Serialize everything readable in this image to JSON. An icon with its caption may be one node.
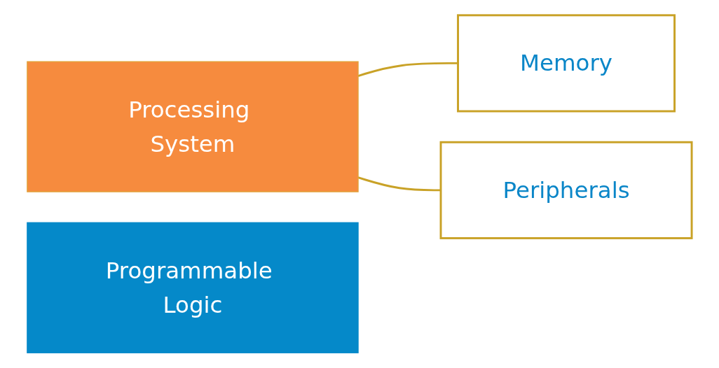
{
  "diagram": {
    "nodes": [
      {
        "text": [
          "Processing System"
        ]
      },
      {
        "text": [
          "Programmable Logic"
        ]
      },
      {
        "text": [
          "Memory"
        ]
      },
      {
        "text": [
          "Peripherals"
        ]
      }
    ],
    "edges": [
      {
        "from": 0,
        "to": 2,
        "arrow": "none"
      },
      {
        "from": 0,
        "to": 3,
        "arrow": "none"
      }
    ]
  }
}
